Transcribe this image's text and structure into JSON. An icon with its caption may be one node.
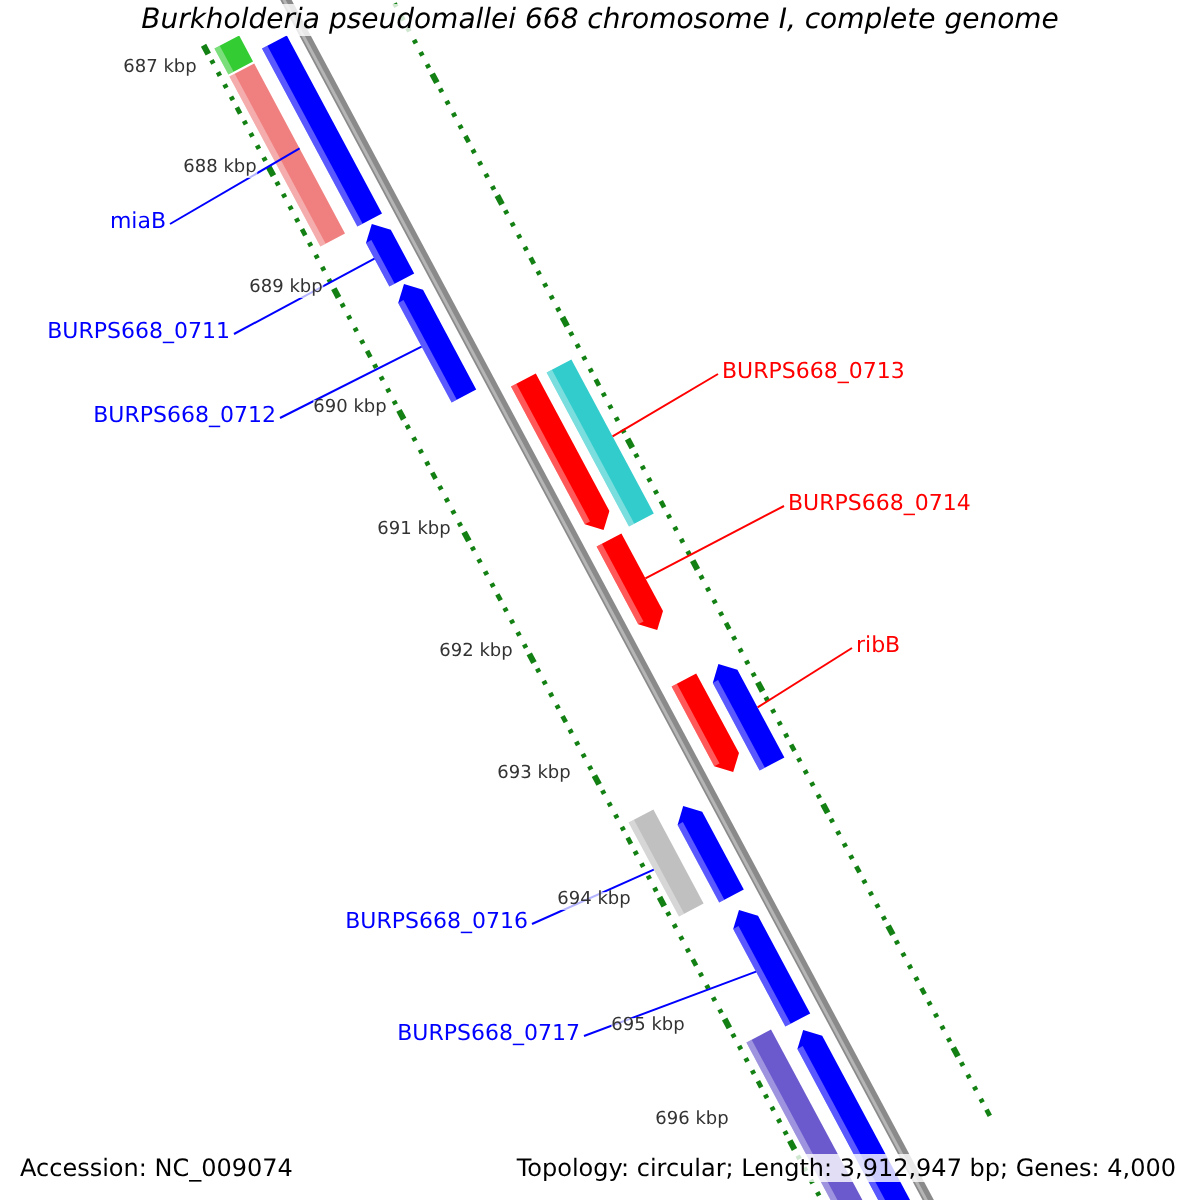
{
  "diagram": {
    "title": "Burkholderia pseudomallei 668 chromosome I, complete genome",
    "nodes": [
      {
        "text": [
          "miaB"
        ]
      },
      {
        "text": [
          "BURPS668_0711"
        ]
      },
      {
        "text": [
          "BURPS668_0712"
        ]
      },
      {
        "text": [
          "BURPS668_0713"
        ]
      },
      {
        "text": [
          "BURPS668_0714"
        ]
      },
      {
        "text": [
          "ribB"
        ]
      },
      {
        "text": [
          "BURPS668_0716"
        ]
      },
      {
        "text": [
          "BURPS668_0717"
        ]
      },
      {
        "text": [],
        "shape": "bar"
      },
      {
        "text": [],
        "shape": "bar"
      },
      {
        "text": [],
        "shape": "bar"
      },
      {
        "text": [],
        "shape": "bar"
      },
      {
        "text": [],
        "shape": "bar"
      },
      {
        "text": [],
        "shape": "bar"
      },
      {
        "text": [],
        "shape": "bar"
      },
      {
        "text": [],
        "shape": "bar"
      },
      {
        "text": [],
        "shape": "bar"
      },
      {
        "text": [],
        "shape": "bar"
      },
      {
        "text": [],
        "shape": "bar"
      },
      {
        "text": [],
        "shape": "bar"
      },
      {
        "text": [],
        "shape": "bar"
      },
      {
        "text": [],
        "shape": "bar"
      },
      {
        "text": [],
        "shape": "bar"
      }
    ],
    "edges": [
      {
        "from": 0,
        "to": 10,
        "arrow": "none"
      },
      {
        "from": 1,
        "to": 11,
        "arrow": "none"
      },
      {
        "from": 2,
        "to": 12,
        "arrow": "none"
      },
      {
        "from": 3,
        "to": 13,
        "arrow": "none",
        "color": "#ff0000"
      },
      {
        "from": 4,
        "to": 15,
        "arrow": "none",
        "color": "#ff0000"
      },
      {
        "from": 5,
        "to": 16,
        "arrow": "none",
        "color": "#ff0000"
      },
      {
        "from": 6,
        "to": 19,
        "arrow": "none"
      },
      {
        "from": 7,
        "to": 20,
        "arrow": "none"
      }
    ],
    "labels": [
      "687 kbp",
      "688 kbp",
      "689 kbp",
      "690 kbp",
      "691 kbp",
      "692 kbp",
      "693 kbp",
      "694 kbp",
      "695 kbp",
      "696 kbp",
      "Accession: NC_009074",
      "Topology: circular; Length: 3,912,947 bp; Genes: 4,000"
    ]
  }
}
